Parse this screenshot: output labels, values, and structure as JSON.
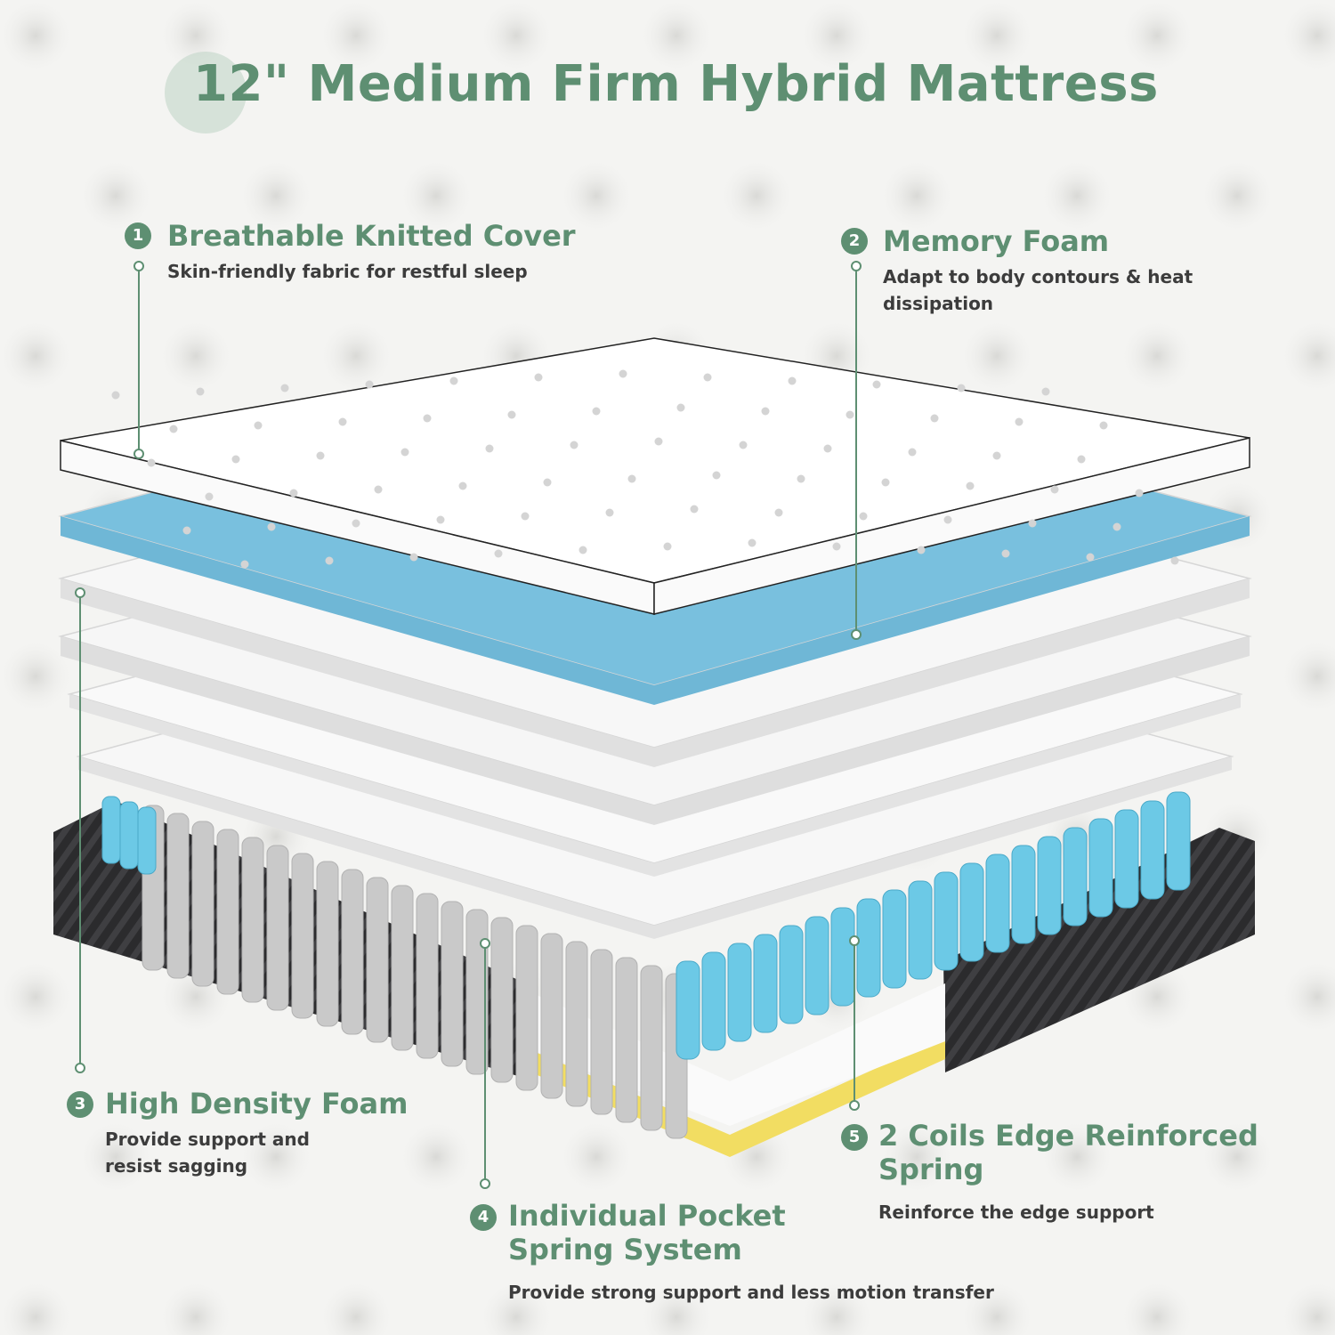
{
  "title": "12\" Medium Firm Hybrid Mattress",
  "colors": {
    "accent": "#5e8f72",
    "title_badge": "#bed4c5",
    "memory_foam": "#6fb7d6",
    "base_fabric": "#2b2b2d",
    "base_foam": "#f2dd62",
    "edge_coils": "#6cc9e6",
    "pocket_coils": "#c9c9c9"
  },
  "features": [
    {
      "number": "1",
      "heading": "Breathable Knitted Cover",
      "description": "Skin-friendly fabric for restful sleep"
    },
    {
      "number": "2",
      "heading": "Memory Foam",
      "description": "Adapt to body contours & heat dissipation"
    },
    {
      "number": "3",
      "heading": "High Density Foam",
      "description": "Provide support and resist sagging"
    },
    {
      "number": "4",
      "heading": "Individual Pocket Spring System",
      "description": "Provide strong support and less motion transfer"
    },
    {
      "number": "5",
      "heading": "2 Coils Edge Reinforced Spring",
      "description": "Reinforce the edge support"
    }
  ]
}
